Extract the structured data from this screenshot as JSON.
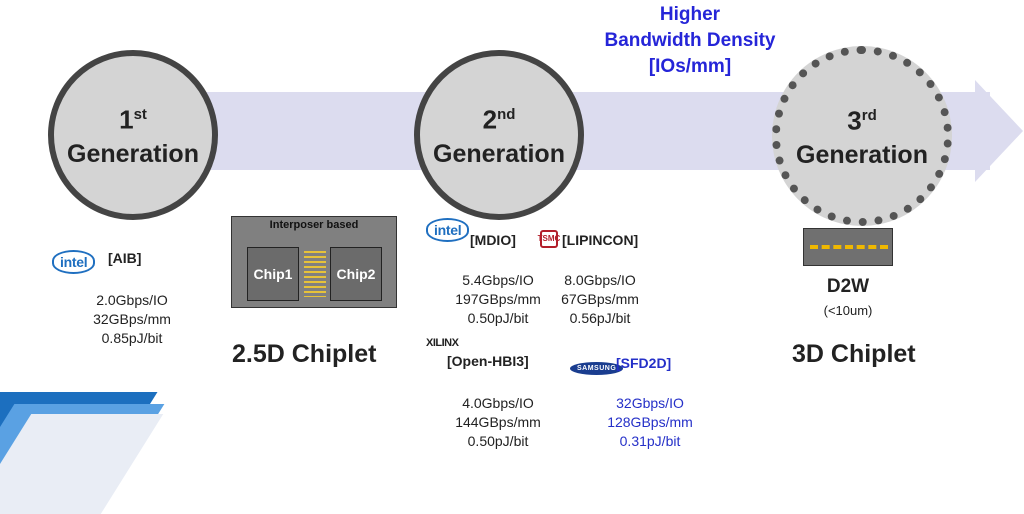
{
  "arrow_caption": {
    "line1": "Higher",
    "line2": "Bandwidth Density",
    "line3": "[IOs/mm]"
  },
  "generations": [
    {
      "num": "1",
      "suffix": "st",
      "label": "Generation",
      "style": "solid"
    },
    {
      "num": "2",
      "suffix": "nd",
      "label": "Generation",
      "style": "solid"
    },
    {
      "num": "3",
      "suffix": "rd",
      "label": "Generation",
      "style": "dashed"
    }
  ],
  "gen1": {
    "logo": "intel",
    "tag": "[AIB]",
    "specs": [
      "2.0Gbps/IO",
      "32GBps/mm",
      "0.85pJ/bit"
    ]
  },
  "chiplet_25d": {
    "interposer_label": "Interposer based",
    "chip1": "Chip1",
    "chip2": "Chip2",
    "title": "2.5D Chiplet"
  },
  "gen2": {
    "mdio": {
      "logo": "intel",
      "tag": "[MDIO]",
      "specs": [
        "5.4Gbps/IO",
        "197GBps/mm",
        "0.50pJ/bit"
      ]
    },
    "lipincon": {
      "logo": "TSMC",
      "tag": "[LIPINCON]",
      "specs": [
        "8.0Gbps/IO",
        "67GBps/mm",
        "0.56pJ/bit"
      ]
    },
    "openhbi": {
      "logo": "XILINX",
      "tag": "[Open-HBI3]",
      "specs": [
        "4.0Gbps/IO",
        "144GBps/mm",
        "0.50pJ/bit"
      ]
    },
    "sfd2d": {
      "logo": "SAMSUNG",
      "tag": "[SFD2D]",
      "specs": [
        "32Gbps/IO",
        "128GBps/mm",
        "0.31pJ/bit"
      ]
    }
  },
  "chiplet_3d": {
    "label": "D2W",
    "sublabel": "(<10um)",
    "title": "3D Chiplet"
  },
  "colors": {
    "arrow": "#dcdcef",
    "circle": "#d4d4d4",
    "caption_blue": "#2525d8",
    "sfd2d_blue": "#2530c8",
    "bridge_gold": "#e6c23a"
  }
}
